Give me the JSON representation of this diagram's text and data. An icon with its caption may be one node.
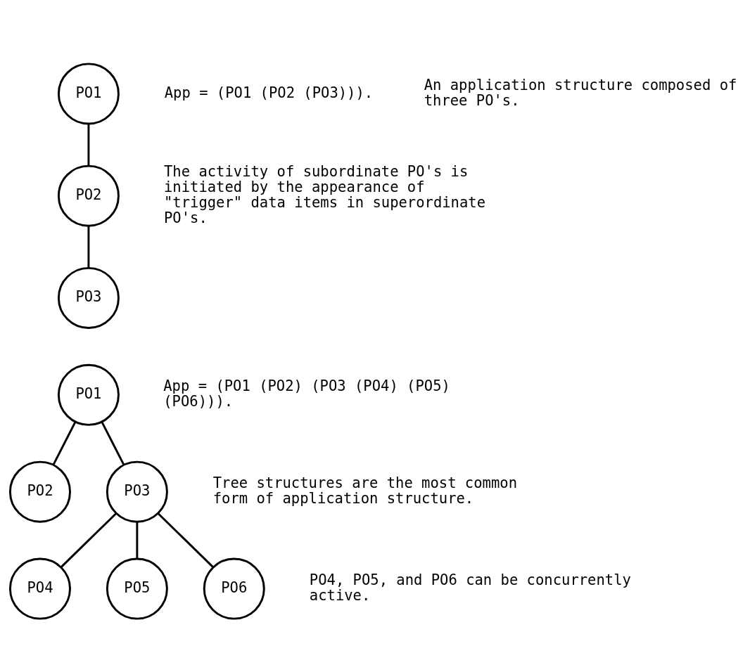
{
  "diagram": {
    "nodes": [
      {
        "text": [
          "PO1"
        ]
      },
      {
        "text": [
          "PO2"
        ]
      },
      {
        "text": [
          "PO3"
        ]
      },
      {
        "text": [
          "PO1"
        ]
      },
      {
        "text": [
          "PO2"
        ]
      },
      {
        "text": [
          "PO3"
        ]
      },
      {
        "text": [
          "PO4"
        ]
      },
      {
        "text": [
          "PO5"
        ]
      },
      {
        "text": [
          "PO6"
        ]
      }
    ],
    "edges": [
      {
        "from": 0,
        "to": 1,
        "arrow": "none"
      },
      {
        "from": 1,
        "to": 2,
        "arrow": "none"
      },
      {
        "from": 3,
        "to": 4,
        "arrow": "none"
      },
      {
        "from": 3,
        "to": 5,
        "arrow": "none"
      },
      {
        "from": 5,
        "to": 6,
        "arrow": "none"
      },
      {
        "from": 5,
        "to": 7,
        "arrow": "none"
      },
      {
        "from": 5,
        "to": 8,
        "arrow": "none"
      }
    ],
    "labels": [
      "App = (PO1 (PO2 (PO3))).",
      "An application structure composed of three PO's.",
      "The activity of subordinate PO's is initiated by the appearance of \"trigger\" data items in superordinate PO's.",
      "App = (PO1 (PO2) (PO3 (PO4) (PO5) (PO6))).",
      "Tree structures are the most common form of application structure.",
      "PO4, PO5, and PO6 can be concurrently active."
    ]
  }
}
